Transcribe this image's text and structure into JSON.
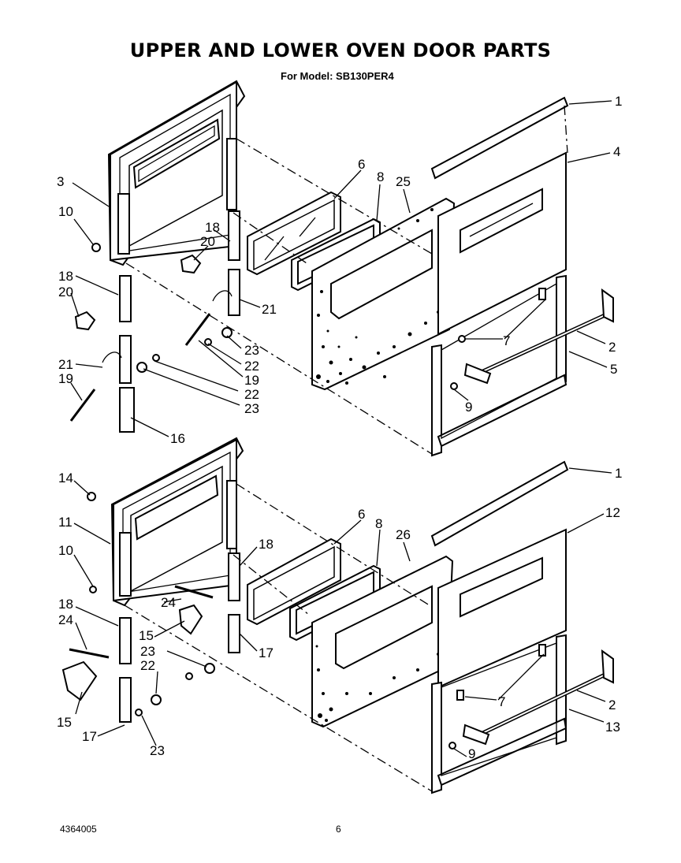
{
  "header": {
    "title": "UPPER AND LOWER OVEN DOOR PARTS",
    "subtitle": "For Model: SB130PER4"
  },
  "footer": {
    "doc_number": "4364005",
    "page_number": "6"
  },
  "callouts": {
    "upper": [
      "1",
      "4",
      "6",
      "8",
      "25",
      "3",
      "10",
      "18",
      "20",
      "18",
      "20",
      "21",
      "21",
      "19",
      "23",
      "22",
      "19",
      "22",
      "23",
      "16",
      "7",
      "2",
      "5",
      "9"
    ],
    "lower": [
      "1",
      "12",
      "6",
      "8",
      "26",
      "14",
      "11",
      "18",
      "10",
      "18",
      "24",
      "24",
      "15",
      "23",
      "22",
      "15",
      "17",
      "17",
      "23",
      "7",
      "2",
      "13",
      "9"
    ]
  }
}
